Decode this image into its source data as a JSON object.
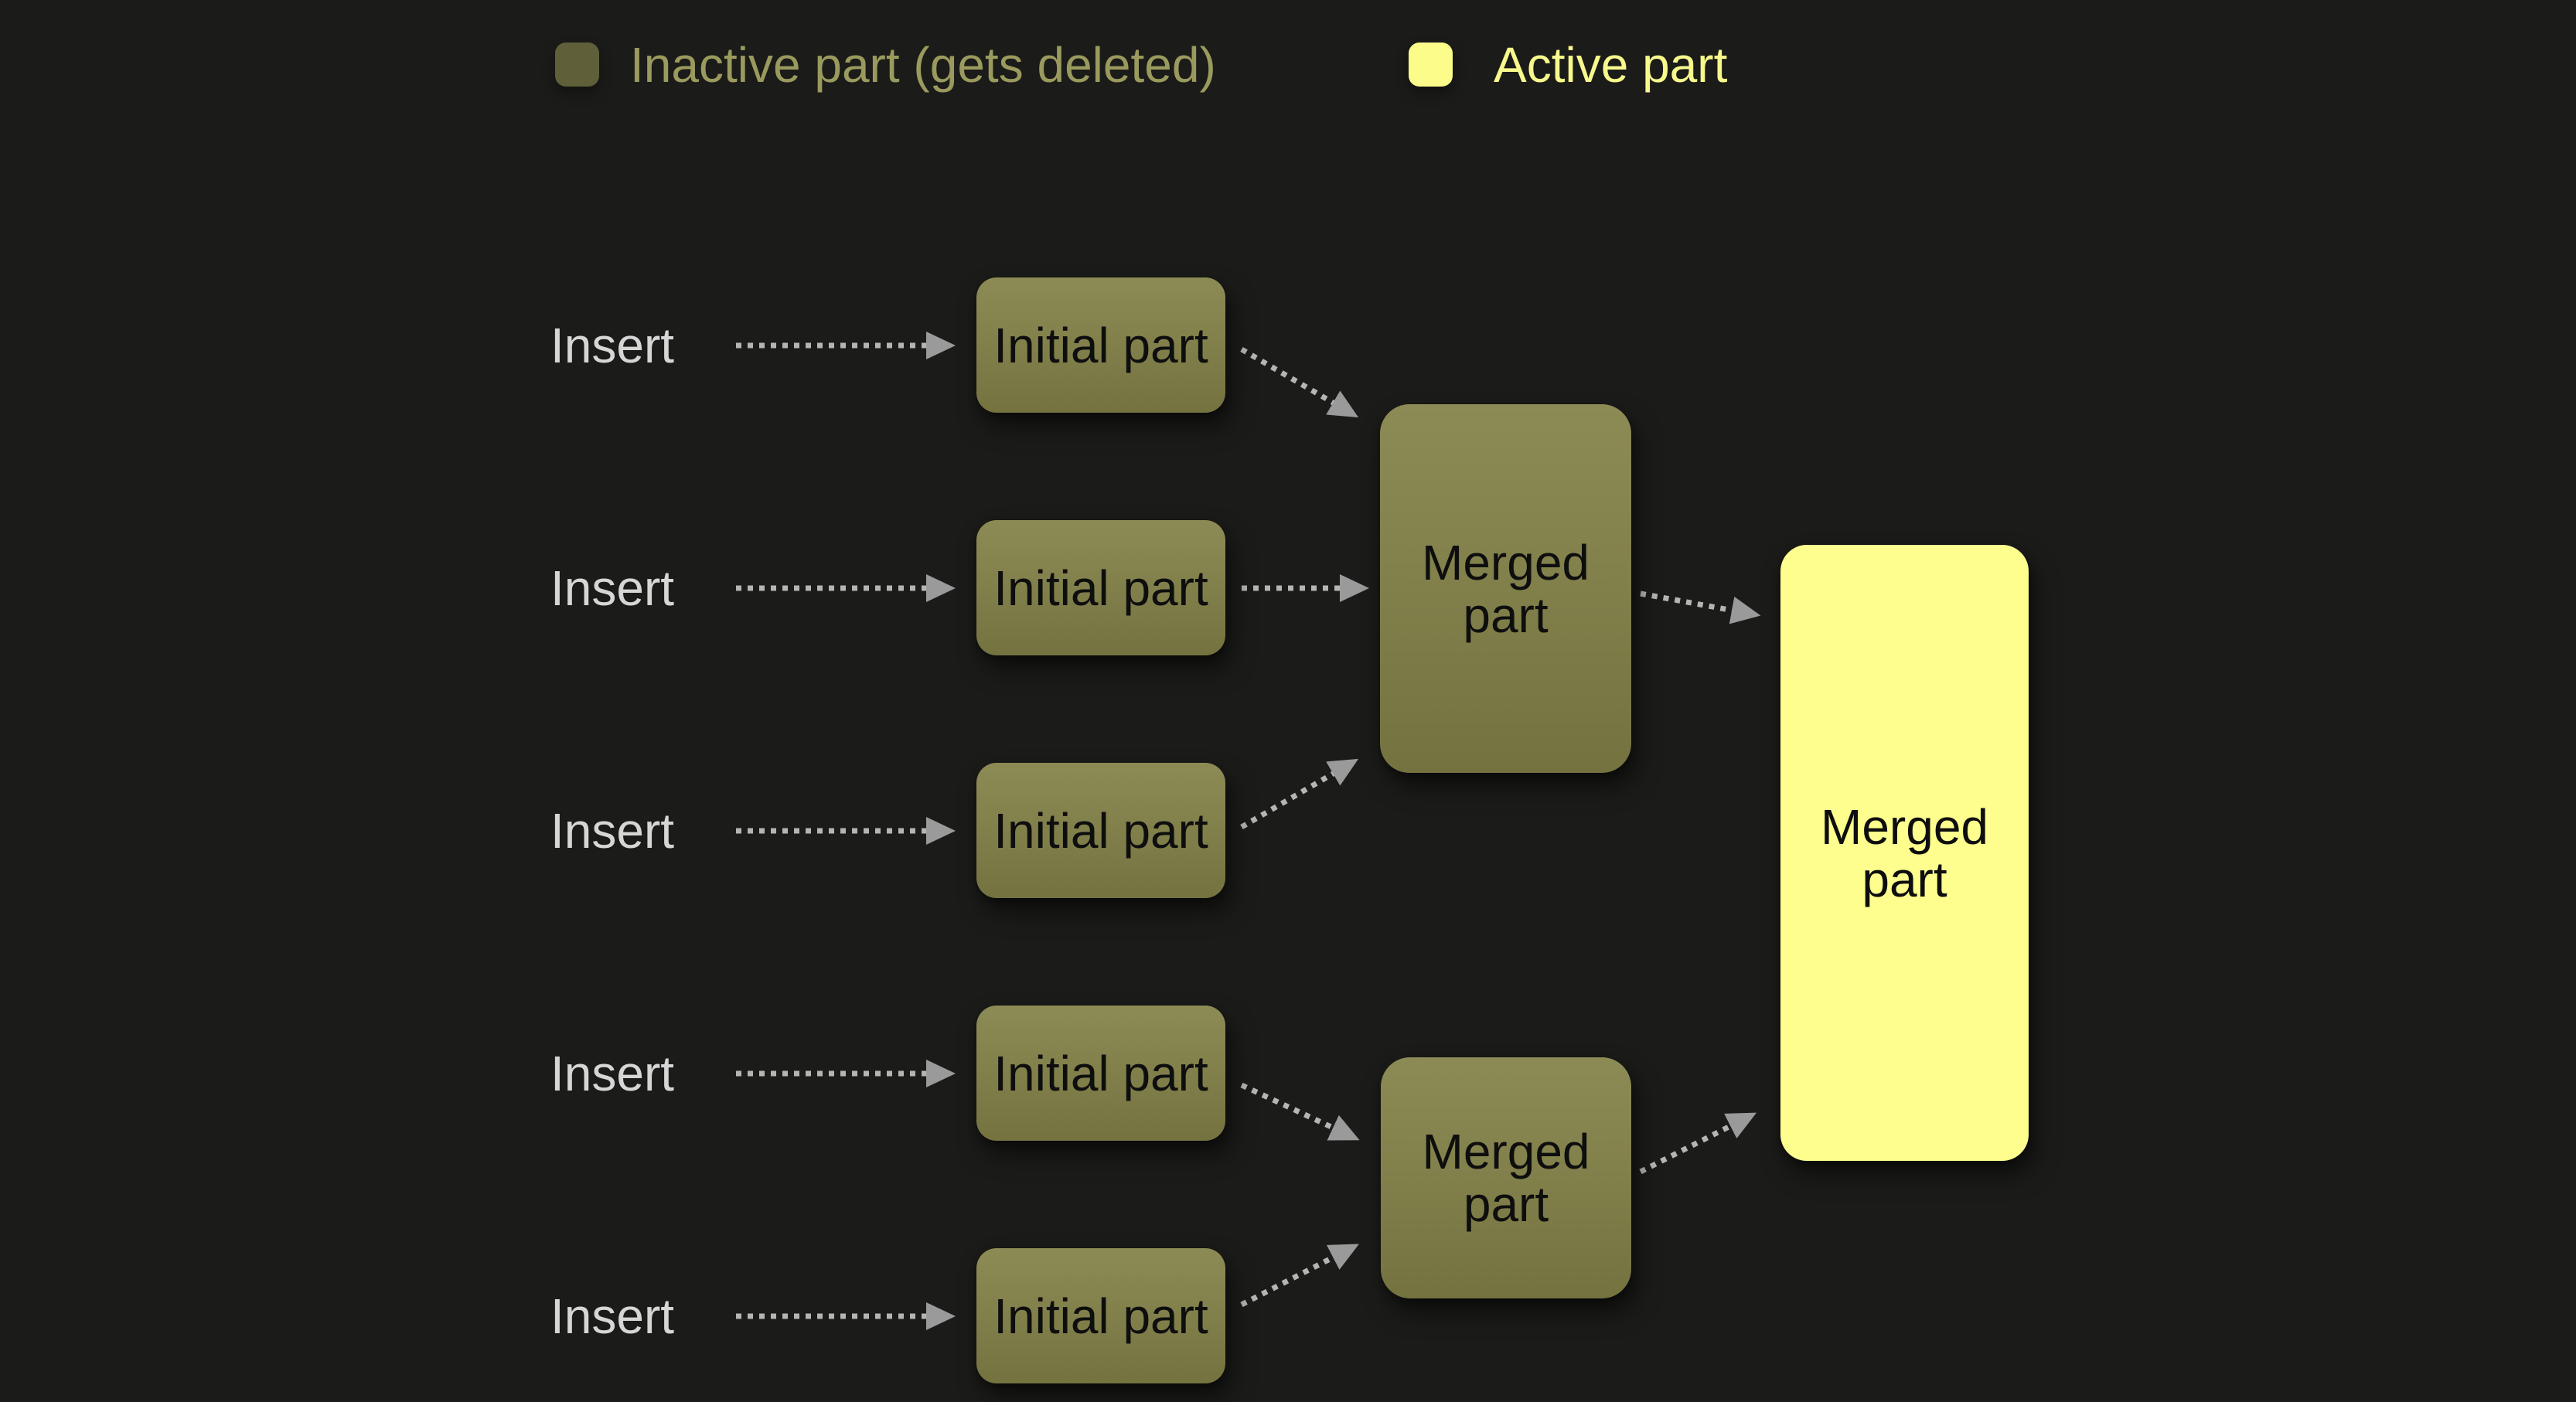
{
  "background_color": "#1b1b19",
  "legend": {
    "items": [
      {
        "label": "Inactive part (gets deleted)",
        "swatch_color": "#5f6039",
        "text_color": "#9a9a5e"
      },
      {
        "label": "Active part",
        "swatch_color": "#fbfc8a",
        "text_color": "#f7f98c"
      }
    ]
  },
  "diagram": {
    "rows": [
      {
        "insert_label": "Insert",
        "box_label": "Initial part"
      },
      {
        "insert_label": "Insert",
        "box_label": "Initial part"
      },
      {
        "insert_label": "Insert",
        "box_label": "Initial part"
      },
      {
        "insert_label": "Insert",
        "box_label": "Initial part"
      },
      {
        "insert_label": "Insert",
        "box_label": "Initial part"
      }
    ],
    "merged_nodes": [
      {
        "label": "Merged part",
        "state": "inactive"
      },
      {
        "label": "Merged part",
        "state": "inactive"
      }
    ],
    "final_node": {
      "label": "Merged part",
      "state": "active"
    },
    "colors": {
      "inactive_box": "#82814c",
      "active_box": "#fdfe8e",
      "box_text": "#0e0e0e",
      "insert_text": "#d6d6d6",
      "arrow_dash": "#b5b5b5",
      "arrowhead": "#9a9a9a"
    }
  }
}
